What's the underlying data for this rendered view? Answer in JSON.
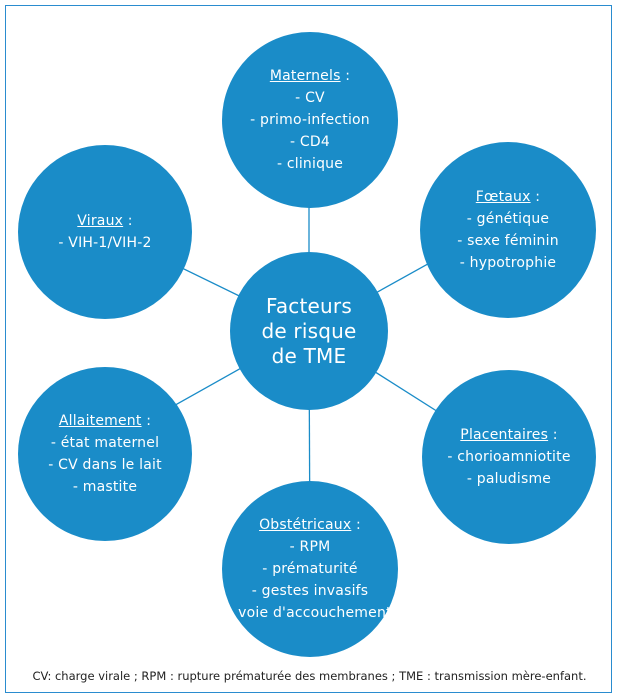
{
  "center": {
    "text": "Facteurs\nde risque\nde TME"
  },
  "nodes": {
    "maternels": {
      "title": "Maternels",
      "sep": " :",
      "items": [
        "- CV",
        "- primo-infection",
        "- CD4",
        "- clinique"
      ]
    },
    "foetaux": {
      "title": "Fœtaux",
      "sep": " :",
      "items": [
        "- génétique",
        "- sexe féminin",
        "- hypotrophie"
      ]
    },
    "placentaires": {
      "title": "Placentaires",
      "sep": " :",
      "items": [
        "- chorioamniotite",
        "- paludisme"
      ]
    },
    "obstetricaux": {
      "title": "Obstétricaux",
      "sep": " :",
      "items": [
        "- RPM",
        "- prématurité",
        "- gestes invasifs",
        "- voie d'accouchement"
      ]
    },
    "allaitement": {
      "title": "Allaitement",
      "sep": " :",
      "items": [
        "- état maternel",
        "- CV dans le lait",
        "- mastite"
      ]
    },
    "viraux": {
      "title": "Viraux",
      "sep": " :",
      "items": [
        "- VIH-1/VIH-2"
      ]
    }
  },
  "caption": "CV: charge virale ; RPM : rupture prématurée des membranes ; TME : transmission mère-enfant.",
  "colors": {
    "circle": "#1a8cc8",
    "line": "#1a8cc8",
    "frame": "#2a8ccf"
  }
}
